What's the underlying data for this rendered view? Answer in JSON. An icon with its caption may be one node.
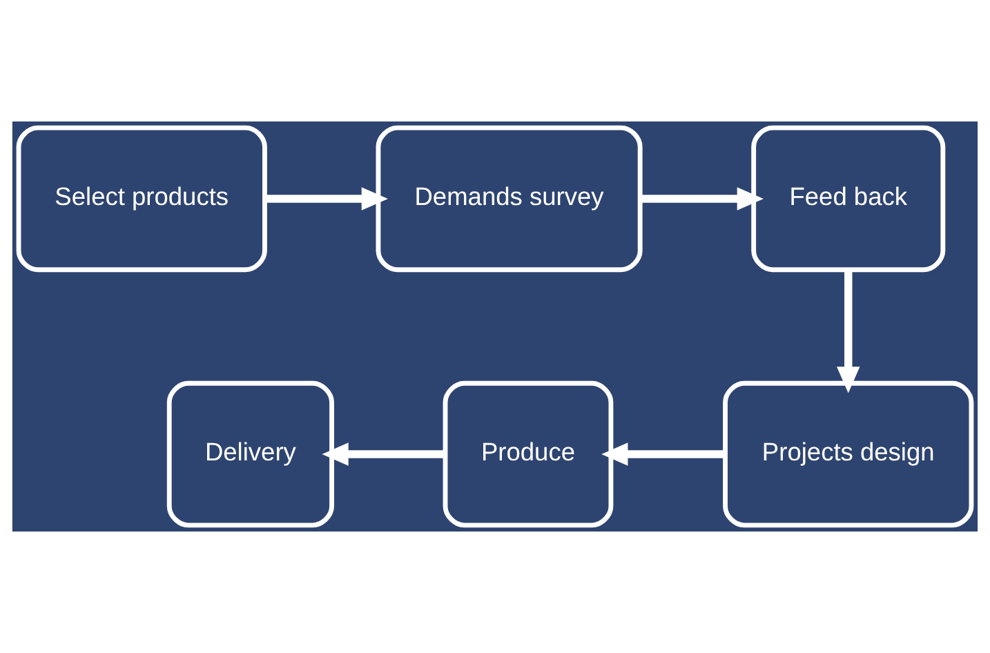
{
  "diagram": {
    "nodes": [
      {
        "text": [
          "Select products"
        ]
      },
      {
        "text": [
          "Demands survey"
        ]
      },
      {
        "text": [
          "Feed back"
        ]
      },
      {
        "text": [
          "Projects design"
        ]
      },
      {
        "text": [
          "Produce"
        ]
      },
      {
        "text": [
          "Delivery"
        ]
      }
    ],
    "edges": [
      {
        "from": 0,
        "to": 1,
        "arrow": "to"
      },
      {
        "from": 1,
        "to": 2,
        "arrow": "to"
      },
      {
        "from": 2,
        "to": 3,
        "arrow": "to"
      },
      {
        "from": 3,
        "to": 4,
        "arrow": "to"
      },
      {
        "from": 4,
        "to": 5,
        "arrow": "to"
      }
    ]
  }
}
